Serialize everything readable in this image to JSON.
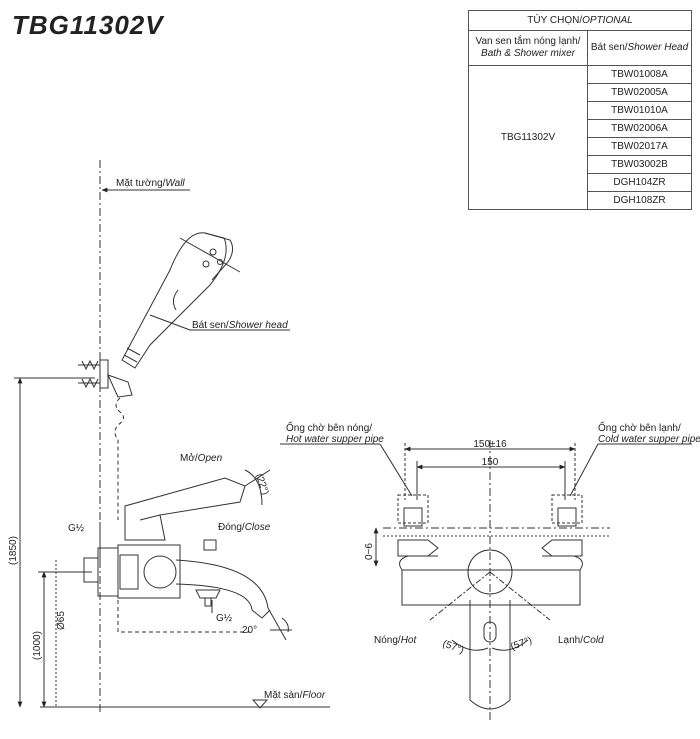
{
  "model": "TBG11302V",
  "options_table": {
    "header_vi": "TÙY CHỌN/",
    "header_en": "OPTIONAL",
    "col1_vi": "Van sen tắm nóng lạnh/",
    "col1_en": "Bath & Shower mixer",
    "col2_vi": "Bát sen/",
    "col2_en": "Shower Head",
    "mixer_model": "TBG11302V",
    "shower_heads": [
      "TBW01008A",
      "TBW02005A",
      "TBW01010A",
      "TBW02006A",
      "TBW02017A",
      "TBW03002B",
      "DGH104ZR",
      "DGH108ZR"
    ]
  },
  "side_view": {
    "wall_vi": "Mặt tường/",
    "wall_en": "Wall",
    "shower_head_vi": "Bát sen/",
    "shower_head_en": "Shower head",
    "open_vi": "Mở/",
    "open_en": "Open",
    "close_vi": "Đóng/",
    "close_en": "Close",
    "floor_vi": "Mặt sàn/",
    "floor_en": "Floor",
    "angle_open": "(22°)",
    "angle_spout": "20°",
    "thread_top": "G½",
    "thread_bottom": "G½",
    "dim_height_total": "(1850)",
    "dim_height_mixer": "(1000)",
    "dim_diameter": "Ø65"
  },
  "front_view": {
    "hot_pipe_vi": "Ống chờ bên nóng/",
    "hot_pipe_en": "Hot water supper pipe",
    "cold_pipe_vi": "Ống chờ bên lạnh/",
    "cold_pipe_en": "Cold water supper pipe",
    "dim_outer": "150±16",
    "dim_inner": "150",
    "dim_offset": "0~6",
    "hot_vi": "Nóng/",
    "hot_en": "Hot",
    "cold_vi": "Lạnh/",
    "cold_en": "Cold",
    "angle_hot": "(57°)",
    "angle_cold": "(57°)"
  }
}
